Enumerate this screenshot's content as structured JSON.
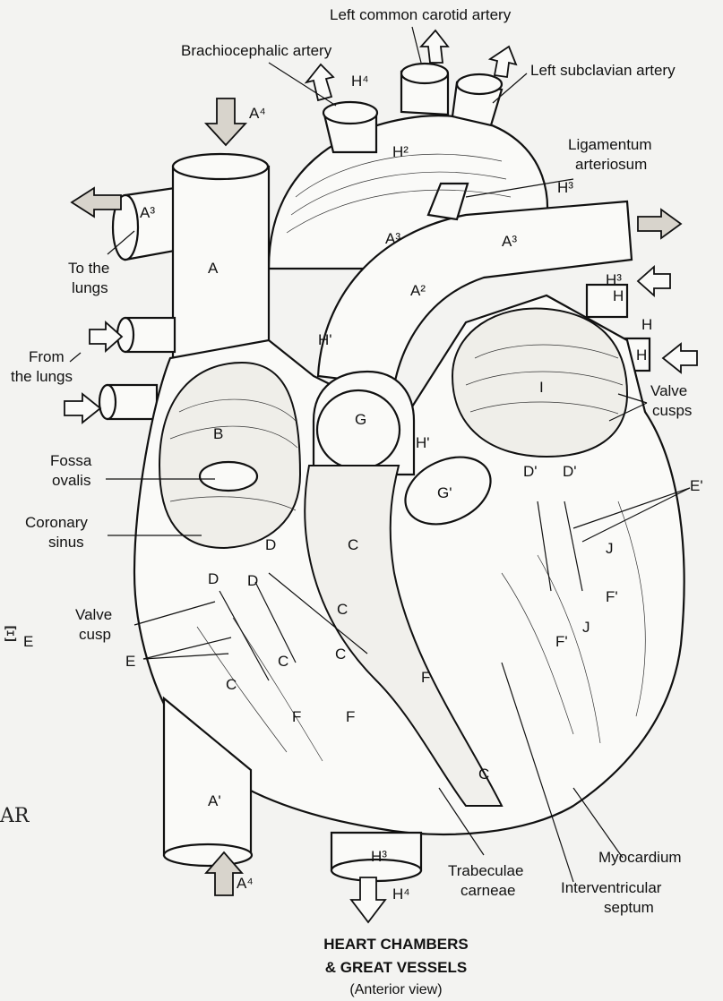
{
  "labels": {
    "left_common_carotid": "Left common carotid artery",
    "brachiocephalic": "Brachiocephalic artery",
    "left_subclavian": "Left subclavian artery",
    "ligamentum_arteriosum": [
      "Ligamentum",
      "arteriosum"
    ],
    "to_the_lungs": [
      "To the",
      "lungs"
    ],
    "from_the_lungs": [
      "From",
      "the lungs"
    ],
    "valve_cusps": [
      "Valve",
      "cusps"
    ],
    "fossa_ovalis": [
      "Fossa",
      "ovalis"
    ],
    "coronary_sinus": [
      "Coronary",
      "sinus"
    ],
    "valve_cusp": [
      "Valve",
      "cusp"
    ],
    "myocardium": "Myocardium",
    "trabeculae_carneae": [
      "Trabeculae",
      "carneae"
    ],
    "interventricular_septum": [
      "Interventricular",
      "septum"
    ]
  },
  "letters": {
    "A": "A",
    "A1": "A'",
    "A2": "A²",
    "A3": "A³",
    "A4": "A⁴",
    "B": "B",
    "C": "C",
    "D": "D",
    "D1": "D'",
    "E": "E",
    "E1": "E'",
    "F": "F",
    "F1": "F'",
    "G": "G",
    "G1": "G'",
    "H": "H",
    "H1": "H'",
    "H2": "H²",
    "H3": "H³",
    "H4": "H⁴",
    "I": "I",
    "J": "J"
  },
  "edge_fragments": {
    "left_top": "Ξ",
    "left_sub": "E",
    "left_bottom": "AR"
  },
  "title": {
    "line1": "HEART CHAMBERS",
    "line2": "& GREAT VESSELS",
    "subtitle": "(Anterior view)"
  }
}
